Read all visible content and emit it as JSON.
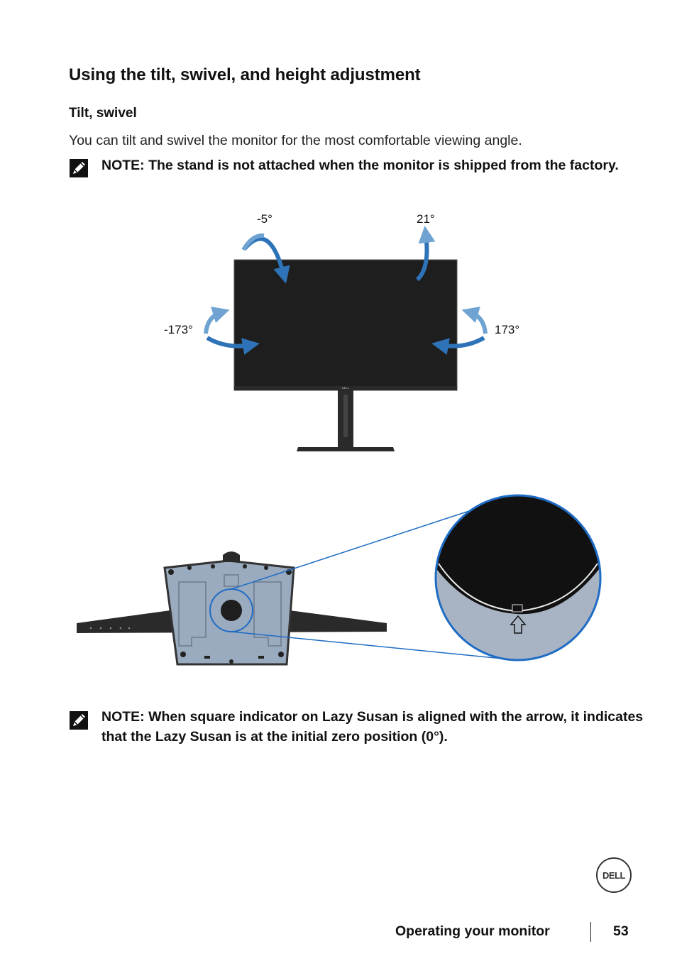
{
  "section": {
    "title": "Using the tilt, swivel, and height adjustment",
    "subtitle": "Tilt, swivel",
    "intro": "You can tilt and swivel the monitor for the most comfortable viewing angle."
  },
  "notes": {
    "note1": "NOTE: The stand is not attached when the monitor is shipped from the factory.",
    "note2": "NOTE: When square indicator on Lazy Susan is aligned with the arrow, it indicates that the Lazy Susan is at the initial zero position (0°)."
  },
  "figure1": {
    "tilt_back_label": "-5°",
    "tilt_forward_label": "21°",
    "swivel_left_label": "-173°",
    "swivel_right_label": "173°",
    "bezel_logo": "DELL"
  },
  "footer": {
    "logo_text": "DELL",
    "section_name": "Operating your monitor",
    "page_number": "53"
  },
  "colors": {
    "arrow_blue": "#2e73b8",
    "arrow_light": "#6fa3d2",
    "stand_plate": "#9aaabf",
    "callout_line": "#1f6cc4",
    "screen": "#1e1e1e"
  },
  "icons": [
    "pencil-note-icon",
    "dell-logo-icon"
  ]
}
